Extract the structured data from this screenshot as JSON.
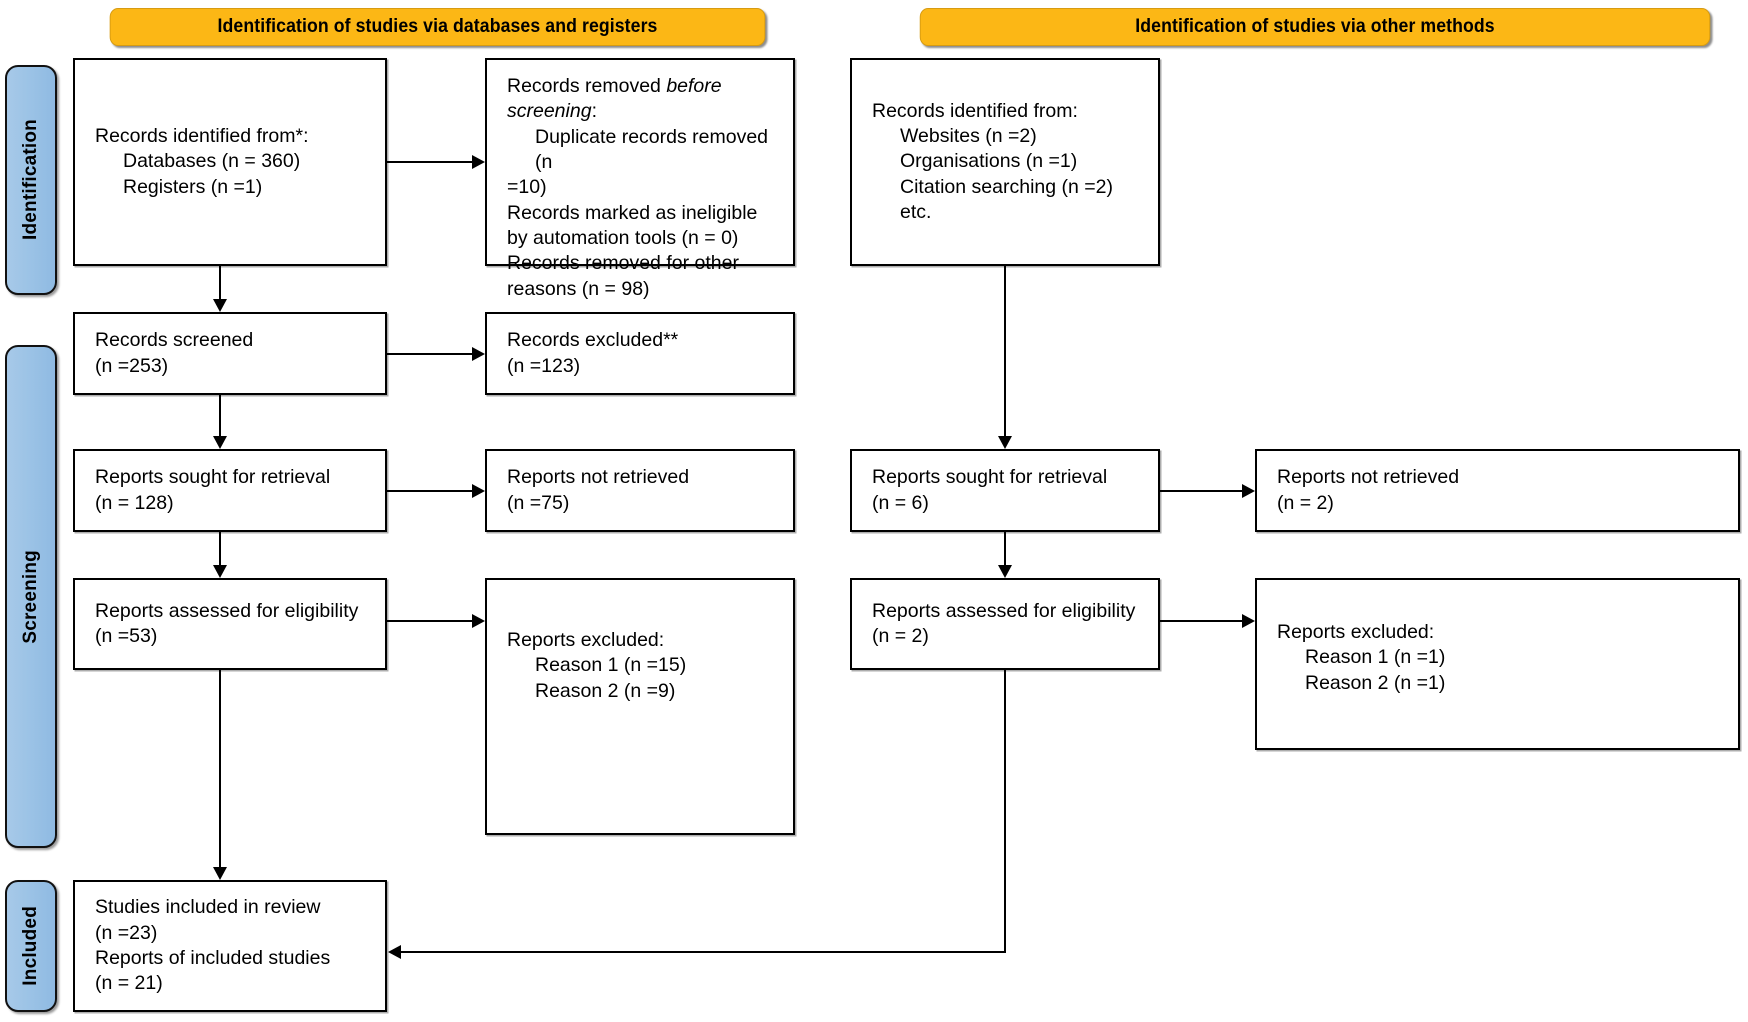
{
  "diagram": {
    "type": "prisma-flow-diagram",
    "accent_orange": "#FCB715",
    "accent_blue": "#9CC3E6",
    "headers": {
      "left": "Identification of studies via databases and registers",
      "right": "Identification of studies via other methods"
    },
    "stages": {
      "identification": "Identification",
      "screening": "Screening",
      "included": "Included"
    },
    "left_column": {
      "records_identified": {
        "line1": "Records identified from*:",
        "line2": "Databases (n = 360)",
        "line3": "Registers (n =1)"
      },
      "records_removed": {
        "line1_pre": "Records removed ",
        "line1_em": "before",
        "line2_em": "screening",
        "line2_post": ":",
        "line3": "Duplicate records removed (n",
        "line4": "=10)",
        "line5": "Records marked as ineligible",
        "line6": "by automation tools (n = 0)",
        "line7": "Records removed for other",
        "line8": "reasons (n = 98)"
      },
      "records_screened": {
        "line1": "Records screened",
        "line2": "(n =253)"
      },
      "records_excluded": {
        "line1": "Records excluded**",
        "line2": "(n =123)"
      },
      "reports_sought": {
        "line1": "Reports sought for retrieval",
        "line2": "(n = 128)"
      },
      "reports_not_retrieved": {
        "line1": "Reports not retrieved",
        "line2": "(n =75)"
      },
      "reports_assessed": {
        "line1": "Reports assessed for eligibility",
        "line2": "(n =53)"
      },
      "reports_excluded": {
        "line1": "Reports excluded:",
        "line2": "Reason 1 (n =15)",
        "line3": "Reason 2 (n =9)"
      }
    },
    "right_column": {
      "records_identified": {
        "line1": "Records identified from:",
        "line2": "Websites (n =2)",
        "line3": "Organisations (n =1)",
        "line4": "Citation searching (n =2)",
        "line5": "etc."
      },
      "reports_sought": {
        "line1": "Reports sought for retrieval",
        "line2": "(n = 6)"
      },
      "reports_not_retrieved": {
        "line1": "Reports not retrieved",
        "line2": "(n = 2)"
      },
      "reports_assessed": {
        "line1": "Reports assessed for eligibility",
        "line2": "(n = 2)"
      },
      "reports_excluded": {
        "line1": "Reports excluded:",
        "line2": "Reason 1 (n =1)",
        "line3": "Reason 2 (n =1)"
      }
    },
    "included_box": {
      "line1": "Studies included in review",
      "line2": "(n =23)",
      "line3": "Reports of included studies",
      "line4": "(n = 21)"
    }
  }
}
